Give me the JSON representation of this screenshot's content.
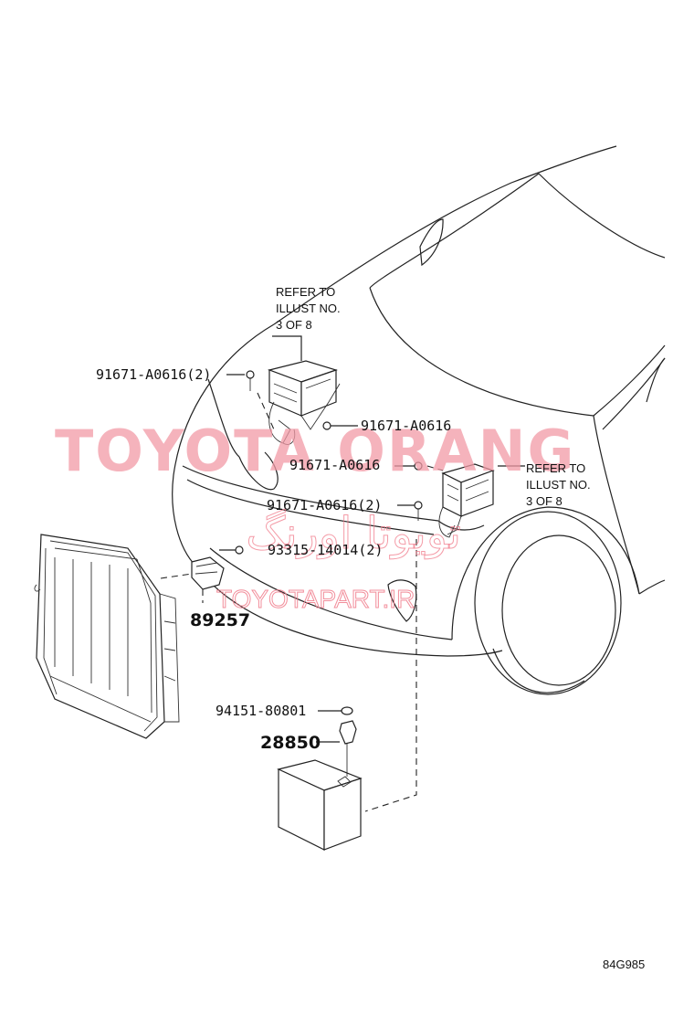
{
  "labels": {
    "bolt_left": "91671-A0616(2)",
    "bolt_right_upper": "91671-A0616",
    "bolt_center": "91671-A0616",
    "bolt_right_lower": "91671-A0616(2)",
    "screw": "93315-14014(2)",
    "sensor": "89257",
    "nut": "94151-80801",
    "terminal": "28850"
  },
  "refer_left": {
    "line1": "REFER TO",
    "line2": "ILLUST NO.",
    "line3": "3 OF 8"
  },
  "refer_right": {
    "line1": "REFER TO",
    "line2": "ILLUST NO.",
    "line3": "3 OF 8"
  },
  "watermark": {
    "brand": "TOYOTA ORANG",
    "persian": "تویوتا اورنگ",
    "url": "TOYOTAPART.IR"
  },
  "diagram_code": "84G985",
  "colors": {
    "line": "#222222",
    "watermark": "#f29aa6"
  }
}
